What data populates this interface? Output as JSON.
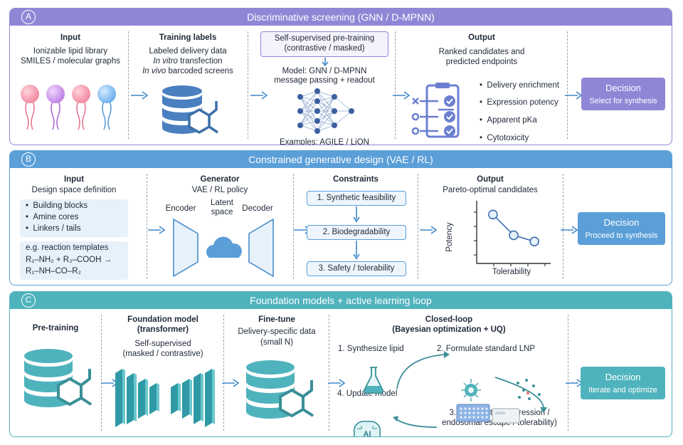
{
  "panelA": {
    "badge": "A",
    "title": "Discriminative screening (GNN / D-MPNN)",
    "input": {
      "heading": "Input",
      "line1": "Ionizable lipid library",
      "line2": "SMILES / molecular graphs"
    },
    "training": {
      "heading": "Training labels",
      "line1": "Labeled delivery data",
      "line2_italic": "In vitro",
      "line2_rest": " transfection",
      "line3_italic": "In vivo",
      "line3_rest": " barcoded screens"
    },
    "model": {
      "pretrain_line1": "Self-supervised pre-training",
      "pretrain_line2": "(contrastive / masked)",
      "line1": "Model: GNN / D-MPNN",
      "line2": "message passing + readout",
      "examples": "Examples: AGILE / LiON"
    },
    "output": {
      "heading": "Output",
      "line1": "Ranked candidates and",
      "line2": "predicted endpoints",
      "bullets": [
        "Delivery enrichment",
        "Expression potency",
        "Apparent pKa",
        "Cytotoxicity"
      ]
    },
    "decision": {
      "title": "Decision",
      "subtitle": "Select for synthesis"
    }
  },
  "panelB": {
    "badge": "B",
    "title": "Constrained generative design (VAE / RL)",
    "input": {
      "heading": "Input",
      "line1": "Design space definition",
      "bullets": [
        "Building blocks",
        "Amine cores",
        "Linkers / tails"
      ],
      "templates_label": "e.g. reaction templates",
      "reaction_line1": "R₁–NH₂ + R₂–COOH →",
      "reaction_line2": "R₁–NH–CO–R₂"
    },
    "generator": {
      "heading": "Generator",
      "line1": "VAE / RL policy",
      "encoder": "Encoder",
      "latent1": "Latent",
      "latent2": "space",
      "decoder": "Decoder"
    },
    "constraints": {
      "heading": "Constraints",
      "items": [
        "1. Synthetic feasibility",
        "2. Biodegradability",
        "3. Safety / tolerability"
      ]
    },
    "output": {
      "heading": "Output",
      "line1": "Pareto-optimal candidates",
      "ylabel": "Potency",
      "xlabel": "Tolerability",
      "points": [
        {
          "x": 0.22,
          "y": 0.78
        },
        {
          "x": 0.5,
          "y": 0.45
        },
        {
          "x": 0.78,
          "y": 0.35
        }
      ]
    },
    "decision": {
      "title": "Decision",
      "subtitle": "Proceed to synthesis"
    }
  },
  "panelC": {
    "badge": "C",
    "title": "Foundation models + active learning loop",
    "pretrain": {
      "heading": "Pre-training"
    },
    "foundation": {
      "heading1": "Foundation model",
      "heading2": "(transformer)",
      "line1": "Self-supervised",
      "line2": "(masked / contrastive)"
    },
    "finetune": {
      "heading": "Fine-tune",
      "line1": "Delivery-specific data",
      "line2": "(small N)"
    },
    "loop": {
      "heading1": "Closed-loop",
      "heading2": "(Bayesian optimization + UQ)",
      "step1": "1. Synthesize lipid",
      "step2": "2. Formulate standard LNP",
      "step3a": "3. Test (protein expression /",
      "step3b": "endosomal escape / tolerability)",
      "step4": "4. Update model",
      "ai": "AI"
    },
    "decision": {
      "title": "Decision",
      "subtitle": "Iterate and optimize"
    }
  },
  "colors": {
    "panelA": "#8f87d6",
    "panelB": "#5b9fd8",
    "panelC": "#4fb3bd",
    "arrow": "#3d87c7",
    "db": "#4a7fc0"
  }
}
